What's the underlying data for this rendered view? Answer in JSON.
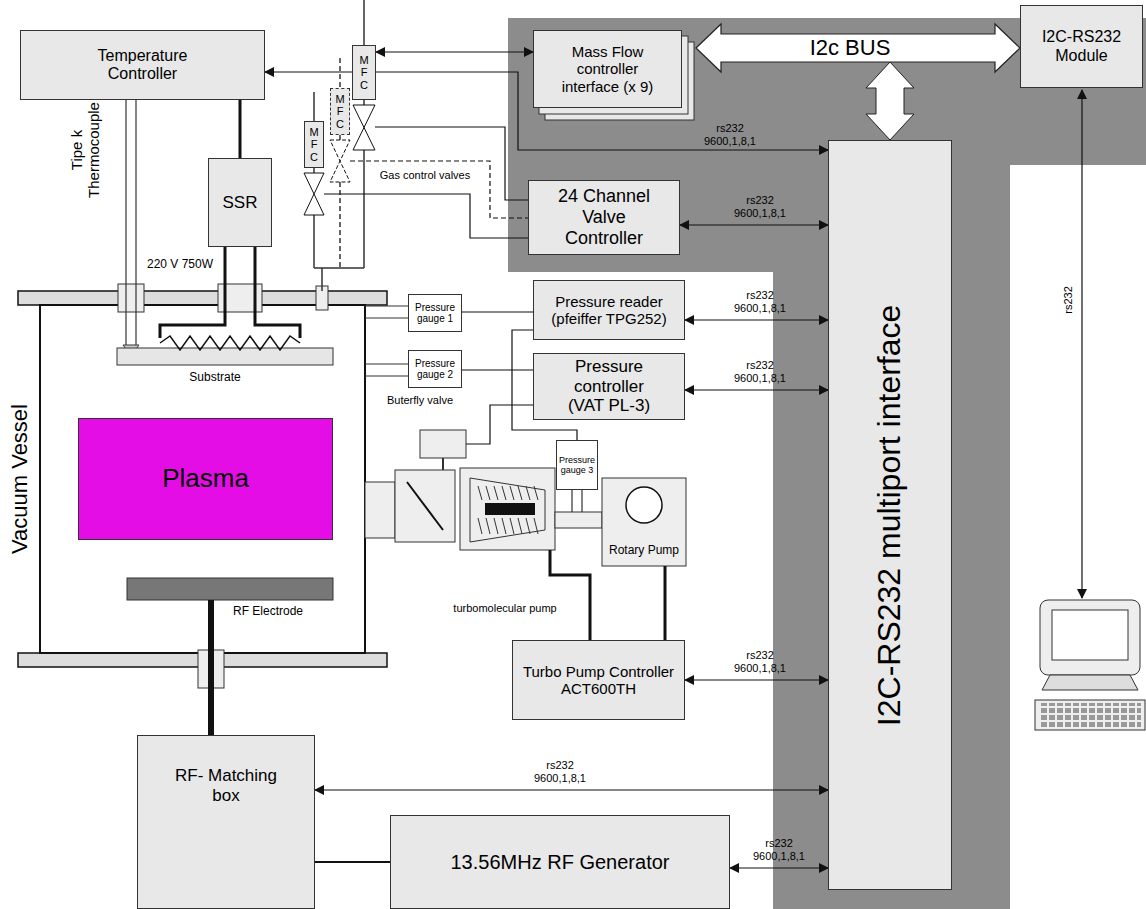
{
  "diagram": {
    "nodes": [
      {
        "text": [
          "Temperature Controller"
        ]
      },
      {
        "text": [
          "MFC"
        ]
      },
      {
        "text": [
          "MFC"
        ]
      },
      {
        "text": [
          "MFC"
        ]
      },
      {
        "text": [
          "Mass Flow controller interface (x 9)"
        ]
      },
      {
        "text": [
          "I2C-RS232 Module"
        ]
      },
      {
        "text": [
          "SSR"
        ]
      },
      {
        "text": [
          "24 Channel Valve Controller"
        ]
      },
      {
        "text": [
          "Pressure gauge 1"
        ]
      },
      {
        "text": [
          "Pressure reader (pfeiffer TPG252)"
        ]
      },
      {
        "text": [
          "Pressure gauge 2"
        ]
      },
      {
        "text": [
          "Pressure controller (VAT PL-3)"
        ]
      },
      {
        "text": [
          "I2C-RS232 multiport interface"
        ]
      },
      {
        "text": [
          "Vacuum Vessel"
        ]
      },
      {
        "text": [
          "Plasma"
        ],
        "in": 13
      },
      {
        "text": [
          "Pressure gauge 3"
        ]
      },
      {
        "text": [
          "Rotary Pump"
        ]
      },
      {
        "text": [
          "Turbo Pump Controller ACT600TH"
        ]
      },
      {
        "text": [
          "RF- Matching box"
        ]
      },
      {
        "text": [
          "13.56MHz RF Generator"
        ]
      }
    ],
    "edges": [
      {
        "from": 0,
        "to": 12,
        "arrow": "both",
        "label": "rs232 9600,1,8,1"
      },
      {
        "from": 1,
        "to": 4,
        "arrow": "both"
      },
      {
        "from": 4,
        "to": 5,
        "arrow": "both",
        "label": "I2c BUS"
      },
      {
        "from": 7,
        "to": 12,
        "arrow": "both",
        "label": "rs232 9600,1,8,1"
      },
      {
        "from": 9,
        "to": 12,
        "arrow": "both",
        "label": "rs232 9600,1,8,1"
      },
      {
        "from": 11,
        "to": 12,
        "arrow": "both",
        "label": "rs232 9600,1,8,1"
      },
      {
        "from": 17,
        "to": 12,
        "arrow": "both",
        "label": "rs232 9600,1,8,1"
      },
      {
        "from": 18,
        "to": 12,
        "arrow": "both",
        "label": "rs232 9600,1,8,1"
      },
      {
        "from": 19,
        "to": 12,
        "arrow": "both",
        "label": "rs232 9600,1,8,1"
      },
      {
        "from": 8,
        "to": 9,
        "arrow": "none"
      },
      {
        "from": 10,
        "to": 11,
        "arrow": "none"
      },
      {
        "from": 15,
        "to": 9,
        "arrow": "none"
      },
      {
        "from": 16,
        "to": 17,
        "arrow": "none"
      },
      {
        "from": 18,
        "to": 19,
        "arrow": "none"
      },
      {
        "from": 6,
        "to": 0,
        "arrow": "none"
      }
    ],
    "labels": [
      "Tipe k Thermocouple",
      "220 V 750W",
      "Gas control valves",
      "Substrate",
      "Buterfly valve",
      "RF Electrode",
      "turbomolecular pump",
      "rs232"
    ]
  }
}
